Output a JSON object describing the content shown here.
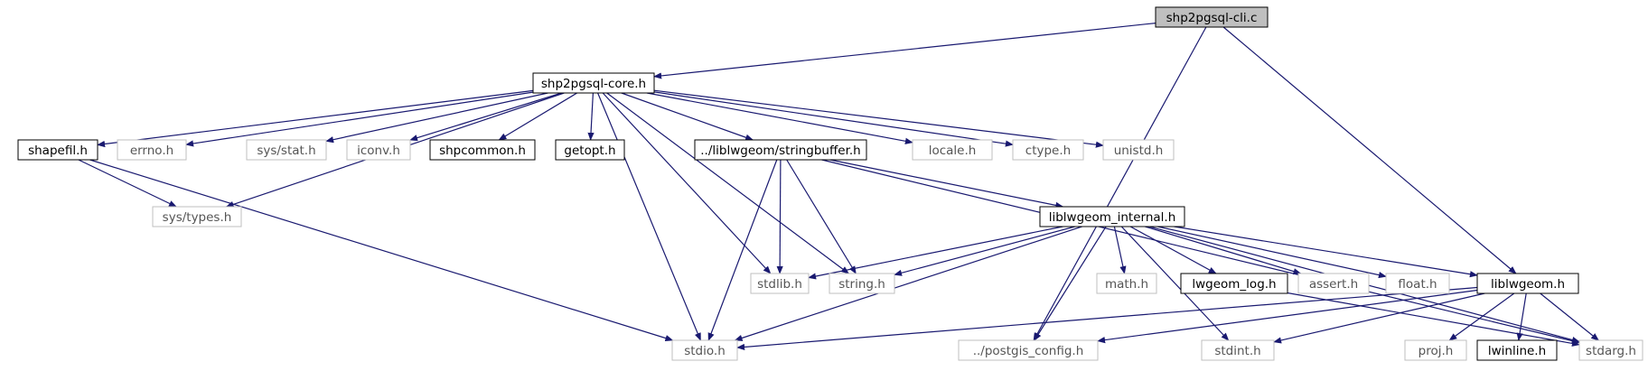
{
  "title": "",
  "colors": {
    "edge": "#191970",
    "documented_border": "#000000",
    "external_border": "#bfbfbf",
    "root_fill": "#bfbfbf",
    "external_text": "#555555"
  },
  "nodes": [
    {
      "id": "cli",
      "label": "shp2pgsql-cli.c",
      "kind": "root"
    },
    {
      "id": "core",
      "label": "shp2pgsql-core.h",
      "kind": "documented"
    },
    {
      "id": "shapefil",
      "label": "shapefil.h",
      "kind": "documented"
    },
    {
      "id": "errno",
      "label": "errno.h",
      "kind": "external"
    },
    {
      "id": "sysstat",
      "label": "sys/stat.h",
      "kind": "external"
    },
    {
      "id": "iconv",
      "label": "iconv.h",
      "kind": "external"
    },
    {
      "id": "shpcommon",
      "label": "shpcommon.h",
      "kind": "documented"
    },
    {
      "id": "getopt",
      "label": "getopt.h",
      "kind": "documented"
    },
    {
      "id": "stringbuffer",
      "label": "../liblwgeom/stringbuffer.h",
      "kind": "documented"
    },
    {
      "id": "locale",
      "label": "locale.h",
      "kind": "external"
    },
    {
      "id": "ctype",
      "label": "ctype.h",
      "kind": "external"
    },
    {
      "id": "unistd",
      "label": "unistd.h",
      "kind": "external"
    },
    {
      "id": "systypes",
      "label": "sys/types.h",
      "kind": "external"
    },
    {
      "id": "internal",
      "label": "liblwgeom_internal.h",
      "kind": "documented"
    },
    {
      "id": "stdlib",
      "label": "stdlib.h",
      "kind": "external"
    },
    {
      "id": "string",
      "label": "string.h",
      "kind": "external"
    },
    {
      "id": "math",
      "label": "math.h",
      "kind": "external"
    },
    {
      "id": "lwgeomlog",
      "label": "lwgeom_log.h",
      "kind": "documented"
    },
    {
      "id": "assert",
      "label": "assert.h",
      "kind": "external"
    },
    {
      "id": "float",
      "label": "float.h",
      "kind": "external"
    },
    {
      "id": "liblwgeom",
      "label": "liblwgeom.h",
      "kind": "documented"
    },
    {
      "id": "stdio",
      "label": "stdio.h",
      "kind": "external"
    },
    {
      "id": "pgconfig",
      "label": "../postgis_config.h",
      "kind": "external"
    },
    {
      "id": "stdint",
      "label": "stdint.h",
      "kind": "external"
    },
    {
      "id": "proj",
      "label": "proj.h",
      "kind": "external"
    },
    {
      "id": "lwinline",
      "label": "lwinline.h",
      "kind": "documented"
    },
    {
      "id": "stdarg",
      "label": "stdarg.h",
      "kind": "external"
    }
  ],
  "edges": [
    [
      "cli",
      "core"
    ],
    [
      "cli",
      "pgconfig"
    ],
    [
      "cli",
      "liblwgeom"
    ],
    [
      "core",
      "shapefil"
    ],
    [
      "core",
      "errno"
    ],
    [
      "core",
      "sysstat"
    ],
    [
      "core",
      "iconv"
    ],
    [
      "core",
      "shpcommon"
    ],
    [
      "core",
      "getopt"
    ],
    [
      "core",
      "stringbuffer"
    ],
    [
      "core",
      "locale"
    ],
    [
      "core",
      "ctype"
    ],
    [
      "core",
      "unistd"
    ],
    [
      "core",
      "systypes"
    ],
    [
      "core",
      "stdio"
    ],
    [
      "core",
      "stdlib"
    ],
    [
      "core",
      "string"
    ],
    [
      "shapefil",
      "systypes"
    ],
    [
      "shapefil",
      "stdio"
    ],
    [
      "stringbuffer",
      "internal"
    ],
    [
      "stringbuffer",
      "stdlib"
    ],
    [
      "stringbuffer",
      "string"
    ],
    [
      "stringbuffer",
      "stdio"
    ],
    [
      "stringbuffer",
      "stdarg"
    ],
    [
      "internal",
      "stdlib"
    ],
    [
      "internal",
      "string"
    ],
    [
      "internal",
      "math"
    ],
    [
      "internal",
      "lwgeomlog"
    ],
    [
      "internal",
      "assert"
    ],
    [
      "internal",
      "float"
    ],
    [
      "internal",
      "liblwgeom"
    ],
    [
      "internal",
      "stdio"
    ],
    [
      "internal",
      "pgconfig"
    ],
    [
      "internal",
      "stdint"
    ],
    [
      "internal",
      "stdarg"
    ],
    [
      "lwgeomlog",
      "stdarg"
    ],
    [
      "liblwgeom",
      "stdio"
    ],
    [
      "liblwgeom",
      "pgconfig"
    ],
    [
      "liblwgeom",
      "stdint"
    ],
    [
      "liblwgeom",
      "proj"
    ],
    [
      "liblwgeom",
      "lwinline"
    ],
    [
      "liblwgeom",
      "stdarg"
    ]
  ]
}
